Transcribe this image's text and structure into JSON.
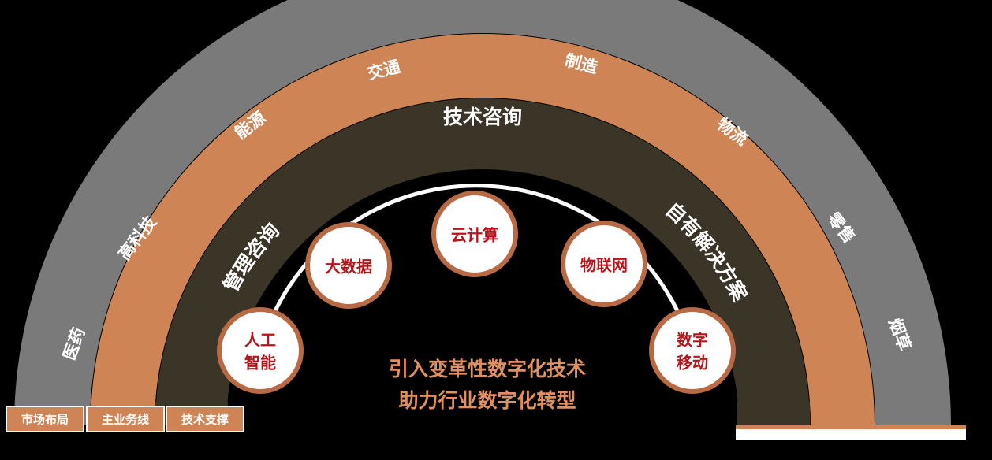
{
  "outer_ring": {
    "items": [
      "医药",
      "高科技",
      "能源",
      "交通",
      "制造",
      "物流",
      "零售",
      "烟草"
    ]
  },
  "middle_ring": {
    "left_label": "管理咨询",
    "top_label": "技术咨询",
    "right_label": "自有解决方案"
  },
  "tech_nodes": [
    {
      "lines": [
        "人工",
        "智能"
      ]
    },
    {
      "lines": [
        "大数据"
      ]
    },
    {
      "lines": [
        "云计算"
      ]
    },
    {
      "lines": [
        "物联网"
      ]
    },
    {
      "lines": [
        "数字",
        "移动"
      ]
    }
  ],
  "center_text": {
    "line1": "引入变革性数字化技术",
    "line2": "助力行业数字化转型"
  },
  "legend": {
    "market_layout": "市场布局",
    "main_business": "主业务线",
    "tech_support": "技术支撑"
  },
  "colors": {
    "outer_gray": "#7a7a7a",
    "middle_orange": "#cf8455",
    "inner_olive": "#3a3527",
    "node_fill": "#ffffff",
    "node_border": "#b76a44",
    "node_text": "#b8141c",
    "center_text": "#e09060"
  }
}
